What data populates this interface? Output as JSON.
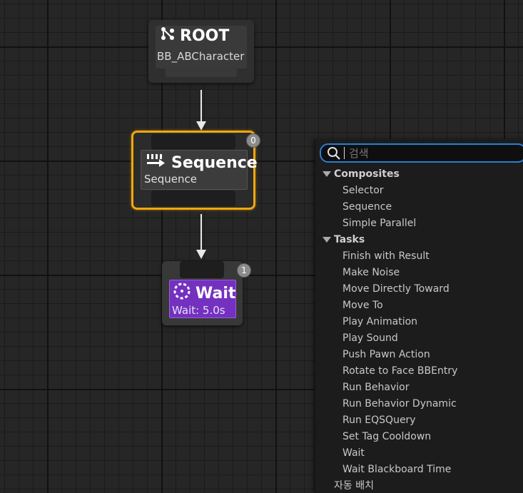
{
  "root_node": {
    "title": "ROOT",
    "subtitle": "BB_ABCharacter",
    "icon": "tree-root-icon"
  },
  "sequence_node": {
    "title": "Sequence",
    "subtitle": "Sequence",
    "badge": "0",
    "icon": "sequence-icon",
    "border_color": "#f0a70e"
  },
  "wait_node": {
    "title": "Wait",
    "subtitle": "Wait: 5.0s",
    "badge": "1",
    "icon": "wait-timer-icon",
    "body_color": "#7431c0"
  },
  "menu": {
    "search_placeholder": "검색",
    "search_icon": "search-icon",
    "categories": [
      {
        "label": "Composites",
        "items": [
          "Selector",
          "Sequence",
          "Simple Parallel"
        ]
      },
      {
        "label": "Tasks",
        "items": [
          "Finish with Result",
          "Make Noise",
          "Move Directly Toward",
          "Move To",
          "Play Animation",
          "Play Sound",
          "Push Pawn Action",
          "Rotate to Face BBEntry",
          "Run Behavior",
          "Run Behavior Dynamic",
          "Run EQSQuery",
          "Set Tag Cooldown",
          "Wait",
          "Wait Blackboard Time"
        ]
      }
    ],
    "footer": "자동 배치",
    "accent_color": "#2a7fd4"
  }
}
